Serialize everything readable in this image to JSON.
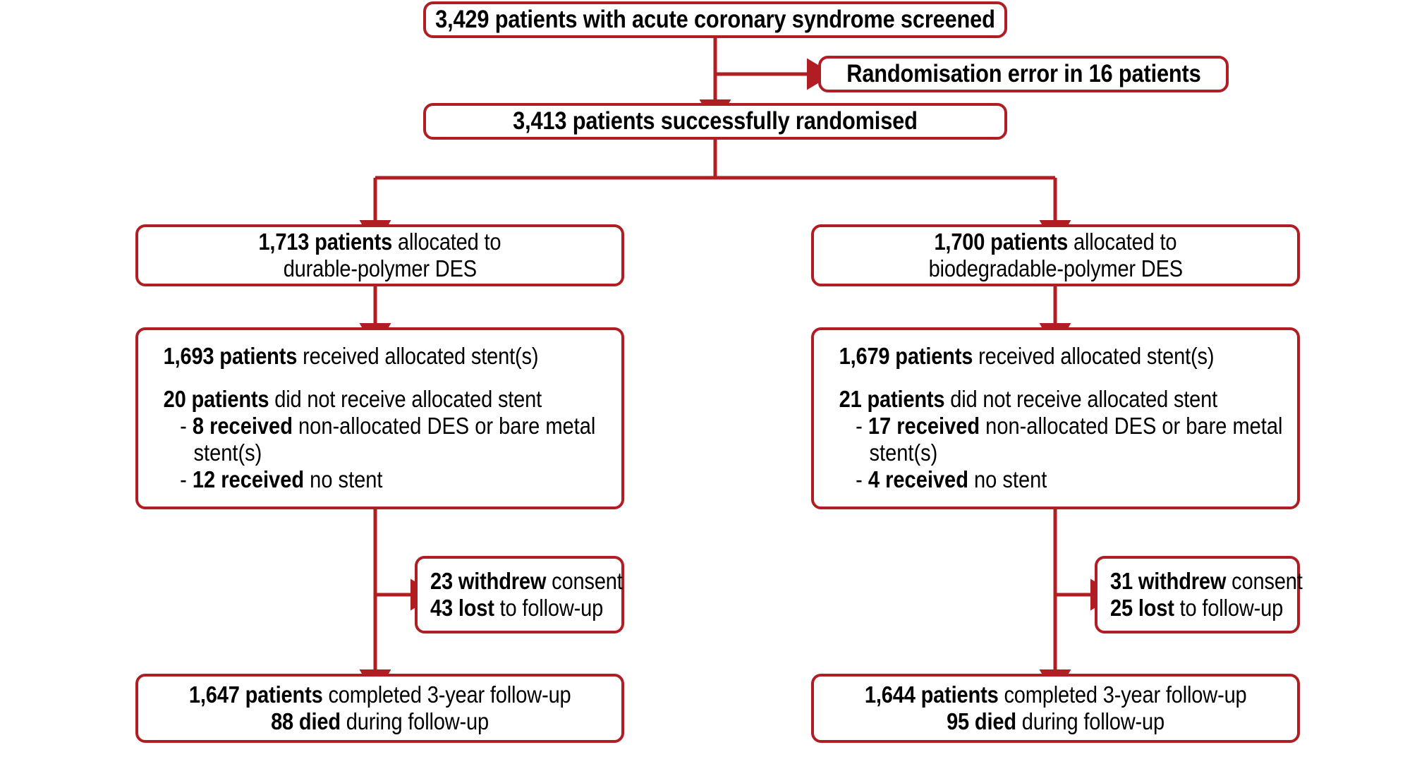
{
  "diagram": {
    "type": "consort-flow",
    "accent_color": "#B01D22",
    "text_color": "#000000",
    "background": "#FFFFFF"
  },
  "nodes": {
    "screened": {
      "id": "screened",
      "text": "3,429 patients with acute coronary syndrome screened"
    },
    "randomisation_error": {
      "id": "randomisation-error",
      "text": "Randomisation error in 16 patients"
    },
    "randomised": {
      "id": "randomised",
      "text": "3,413 patients successfully randomised"
    },
    "left_allocation": {
      "id": "left-allocation",
      "line1_bold": "1,713 patients",
      "line1_rest": " allocated to",
      "line2": "durable-polymer DES"
    },
    "right_allocation": {
      "id": "right-allocation",
      "line1_bold": "1,700 patients",
      "line1_rest": " allocated to",
      "line2": "biodegradable-polymer DES"
    },
    "left_received": {
      "id": "left-received",
      "line1_bold": "1,693 patients",
      "line1_rest": " received allocated stent(s)",
      "line2_bold": "20 patients",
      "line2_rest": " did not receive allocated stent",
      "bullets": [
        {
          "dash": "-",
          "bold": "8 received",
          "rest": " non-allocated DES or bare metal stent(s)"
        },
        {
          "dash": "-",
          "bold": "12 received",
          "rest": " no stent"
        }
      ]
    },
    "right_received": {
      "id": "right-received",
      "line1_bold": "1,679 patients",
      "line1_rest": " received allocated stent(s)",
      "line2_bold": "21 patients",
      "line2_rest": " did not receive allocated stent",
      "bullets": [
        {
          "dash": "-",
          "bold": "17 received",
          "rest": " non-allocated DES or bare metal stent(s)"
        },
        {
          "dash": "-",
          "bold": "4 received",
          "rest": " no stent"
        }
      ]
    },
    "left_withdrew": {
      "id": "left-withdrew",
      "line1_bold": "23 withdrew",
      "line1_rest": " consent",
      "line2_bold": "43 lost",
      "line2_rest": " to follow-up"
    },
    "right_withdrew": {
      "id": "right-withdrew",
      "line1_bold": "31 withdrew",
      "line1_rest": " consent",
      "line2_bold": "25 lost",
      "line2_rest": " to follow-up"
    },
    "left_completed": {
      "id": "left-completed",
      "line1_bold": "1,647 patients",
      "line1_rest": " completed 3-year follow-up",
      "line2_bold": "88 died",
      "line2_rest": " during follow-up"
    },
    "right_completed": {
      "id": "right-completed",
      "line1_bold": "1,644 patients",
      "line1_rest": " completed 3-year follow-up",
      "line2_bold": "95 died",
      "line2_rest": " during follow-up"
    }
  },
  "counts": {
    "screened": 3429,
    "randomisation_error": 16,
    "randomised": 3413,
    "left_allocated": 1713,
    "right_allocated": 1700,
    "left_received_stent": 1693,
    "left_not_received": 20,
    "left_non_allocated_stent": 8,
    "left_no_stent": 12,
    "right_received_stent": 1679,
    "right_not_received": 21,
    "right_non_allocated_stent": 17,
    "right_no_stent": 4,
    "left_withdrew_consent": 23,
    "left_lost_followup": 43,
    "right_withdrew_consent": 31,
    "right_lost_followup": 25,
    "left_completed_followup": 1647,
    "left_died": 88,
    "right_completed_followup": 1644,
    "right_died": 95
  }
}
